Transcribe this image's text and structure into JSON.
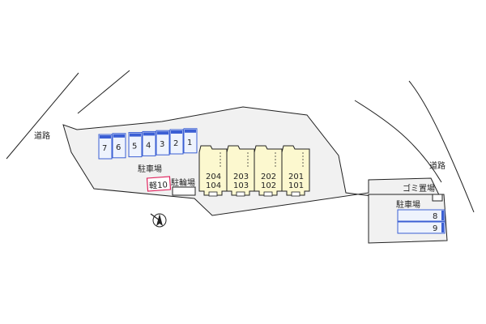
{
  "labels": {
    "road_left": "道路",
    "road_right": "道路",
    "parking_main": "駐車場",
    "bike_parking": "駐輪場",
    "garbage": "ゴミ置場",
    "parking_right": "駐車場",
    "kei_slot": "軽10"
  },
  "parking_slots_top": [
    "7",
    "6",
    "5",
    "4",
    "3",
    "2",
    "1"
  ],
  "parking_slots_right": [
    "8",
    "9"
  ],
  "units": [
    {
      "upper": "204",
      "lower": "104"
    },
    {
      "upper": "203",
      "lower": "103"
    },
    {
      "upper": "202",
      "lower": "102"
    },
    {
      "upper": "201",
      "lower": "101"
    }
  ],
  "colors": {
    "lot": "#f1f1f1",
    "building": "#fcf8cf",
    "parking_fill": "#eef3fd",
    "parking_blue": "#3b5fd4",
    "kei_red": "#e0245e"
  },
  "icons": {
    "north_arrow": "north-arrow-icon"
  }
}
